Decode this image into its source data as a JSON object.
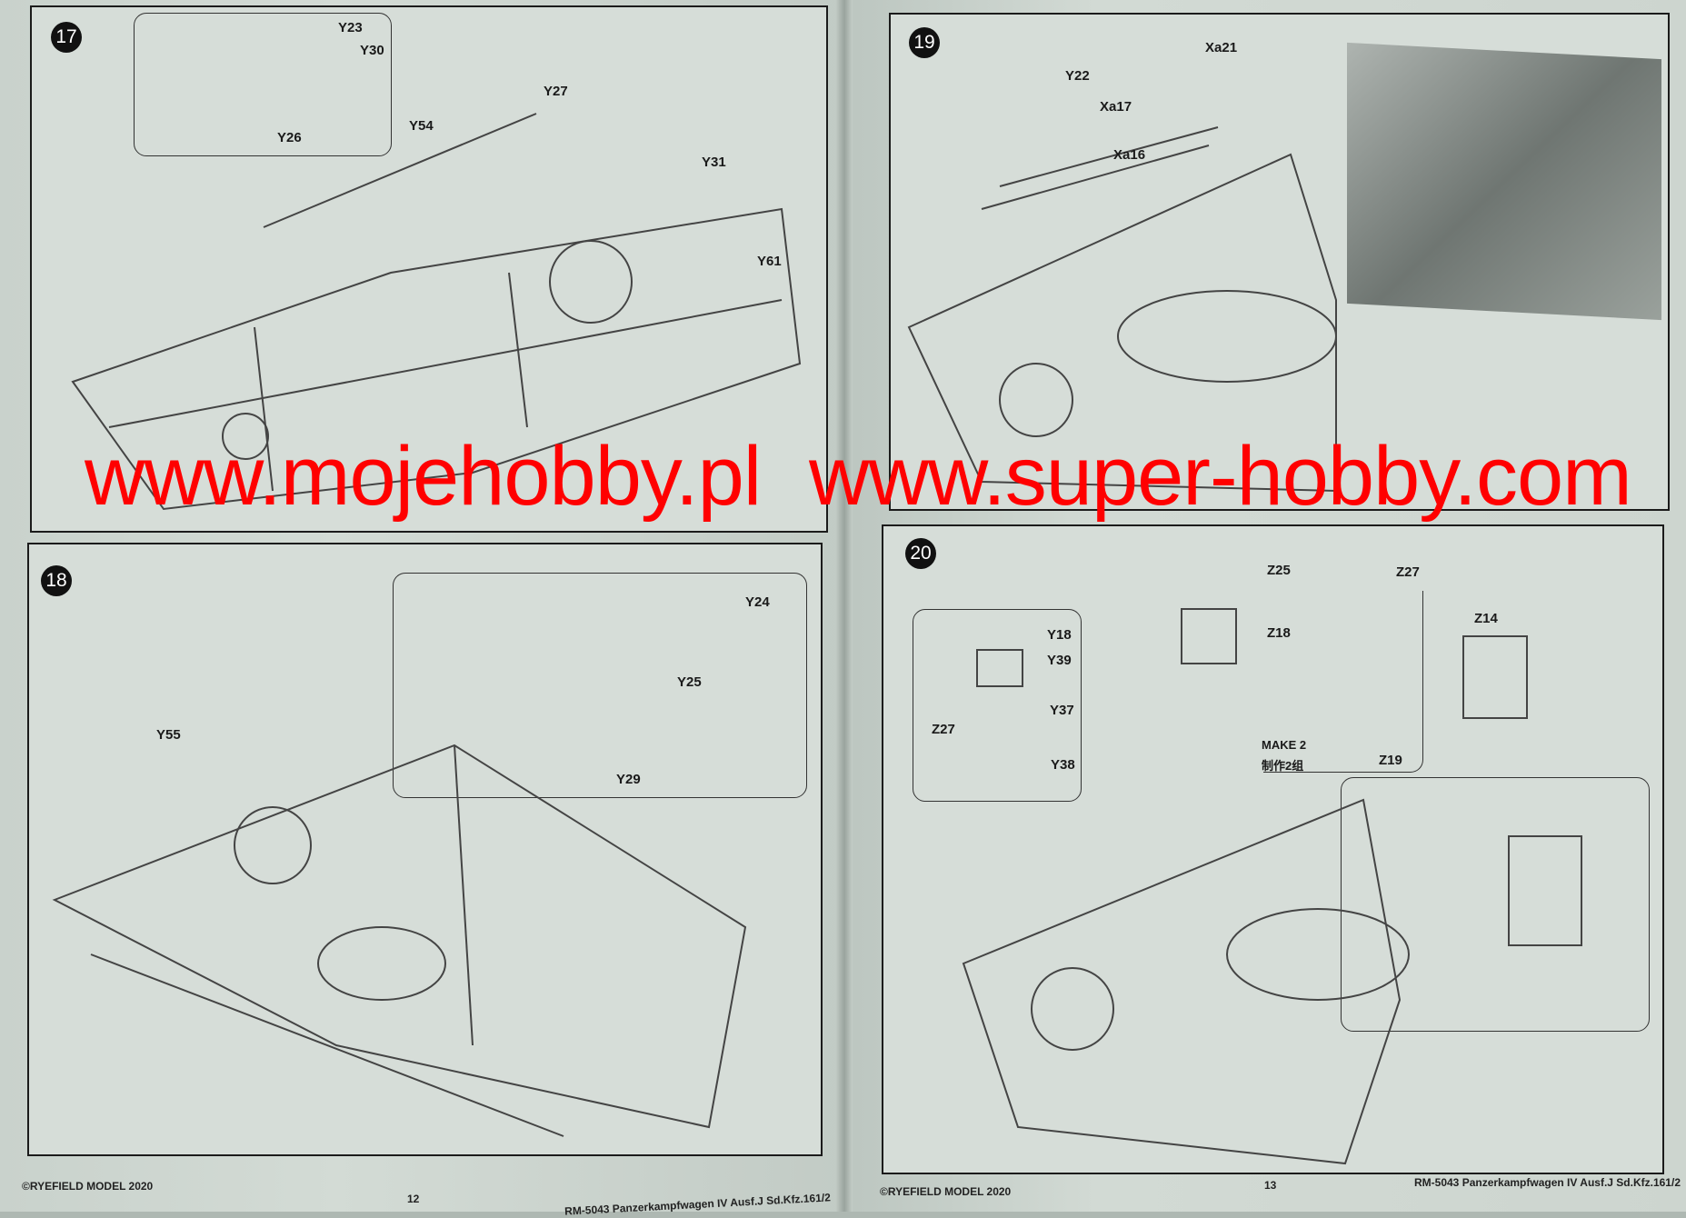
{
  "steps": {
    "s17": {
      "number": "17",
      "labels": [
        "Y23",
        "Y30",
        "Y26",
        "Y54",
        "Y27",
        "Y31",
        "Y61"
      ]
    },
    "s18": {
      "number": "18",
      "labels": [
        "Y24",
        "Y25",
        "Y29",
        "Y55"
      ]
    },
    "s19": {
      "number": "19",
      "labels": [
        "Xa21",
        "Y22",
        "Xa17",
        "Xa16"
      ]
    },
    "s20": {
      "number": "20",
      "labels": [
        "Y18",
        "Y39",
        "Y37",
        "Y38",
        "Z27",
        "Z25",
        "Z27",
        "Z18",
        "Z14",
        "Z19"
      ],
      "make_note": "MAKE 2",
      "make_note_cn": "制作2组"
    }
  },
  "watermark": {
    "left": "www.mojehobby.pl",
    "right": "www.super-hobby.com",
    "color": "#ff0000"
  },
  "footer": {
    "left": {
      "copyright": "©RYEFIELD MODEL 2020",
      "page": "12",
      "title": "RM-5043 Panzerkampfwagen IV Ausf.J Sd.Kfz.161/2"
    },
    "right": {
      "copyright": "©RYEFIELD MODEL 2020",
      "page": "13",
      "title": "RM-5043 Panzerkampfwagen IV Ausf.J Sd.Kfz.161/2"
    }
  }
}
